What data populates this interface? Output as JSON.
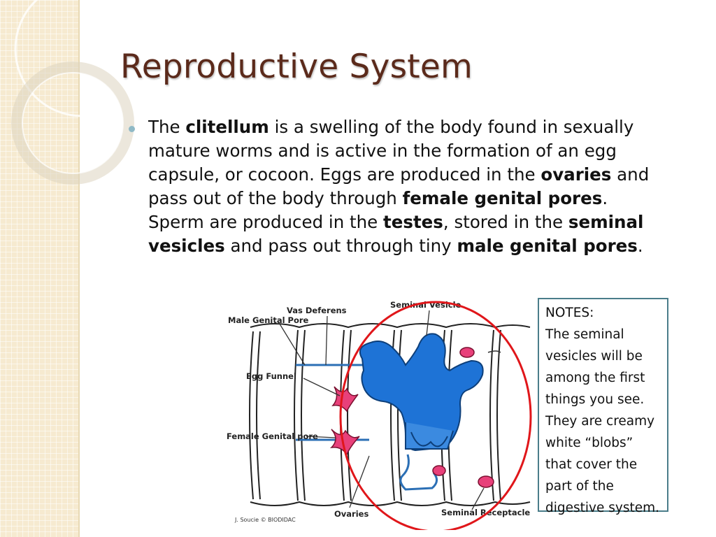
{
  "slide": {
    "title": "Reproductive System",
    "paragraph": [
      {
        "text": "The ",
        "bold": false
      },
      {
        "text": "clitellum",
        "bold": true
      },
      {
        "text": " is a swelling of the body found in sexually mature worms and is active in the formation of an egg capsule, or cocoon. Eggs are produced in the ",
        "bold": false
      },
      {
        "text": "ovaries",
        "bold": true
      },
      {
        "text": " and pass out of the body through ",
        "bold": false
      },
      {
        "text": "female genital pores",
        "bold": true
      },
      {
        "text": ". Sperm are produced in the ",
        "bold": false
      },
      {
        "text": "testes",
        "bold": true
      },
      {
        "text": ", stored in the ",
        "bold": false
      },
      {
        "text": "seminal vesicles",
        "bold": true
      },
      {
        "text": " and pass out through tiny ",
        "bold": false
      },
      {
        "text": "male genital pores",
        "bold": true
      },
      {
        "text": ".",
        "bold": false
      }
    ],
    "notes_lines": [
      "NOTES:",
      "The seminal",
      "vesicles will be",
      "among the first",
      "things you see.",
      "They are creamy",
      "white “blobs”",
      "that cover the",
      "part of the",
      "digestive system."
    ]
  },
  "figure": {
    "labels": {
      "vas_deferens": "Vas Deferens",
      "male_genital_pore": "Male Genital Pore",
      "seminal_vesicle": "Seminal Vesicle",
      "egg_funnel": "Egg Funnel",
      "female_genital_pore": "Female Genital pore",
      "ovaries": "Ovaries",
      "seminal_receptacle": "Seminal Receptacle"
    },
    "credit": "J. Soucie © BIODIDAC"
  },
  "colors": {
    "title": "#5b2a1b",
    "accent_border": "#4a7d8a",
    "vesicle_blue": "#1e73d6",
    "pink": "#e8407a",
    "highlight_circle": "#e0161a",
    "side_band": "#f6ead0"
  }
}
